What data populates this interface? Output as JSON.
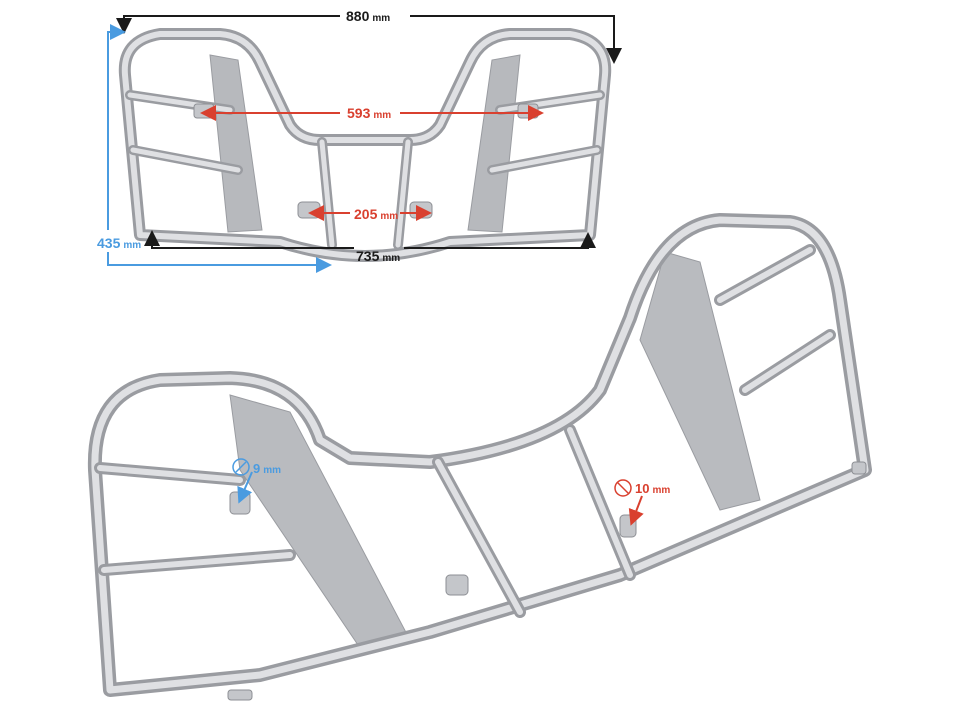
{
  "image": {
    "subject": "ATV rear luggage rack (silver tubular steel)",
    "background_color": "#ffffff",
    "frame_color": "#c4c6ca",
    "frame_highlight": "#e6e7ea",
    "frame_shadow": "#9a9ca1",
    "plate_color": "#b7b9bd"
  },
  "dimensions": {
    "overall_width": {
      "value": "880",
      "unit": "mm",
      "color": "#1a1a1a"
    },
    "height": {
      "value": "435",
      "unit": "mm",
      "color": "#4a9be0"
    },
    "inner_mount_width": {
      "value": "593",
      "unit": "mm",
      "color": "#d9402f"
    },
    "front_mount_width": {
      "value": "205",
      "unit": "mm",
      "color": "#d9402f"
    },
    "base_width": {
      "value": "735",
      "unit": "mm",
      "color": "#1a1a1a"
    },
    "hole_left": {
      "value": "9",
      "unit": "mm",
      "color": "#4a9be0"
    },
    "hole_right": {
      "value": "10",
      "unit": "mm",
      "color": "#d9402f"
    }
  }
}
